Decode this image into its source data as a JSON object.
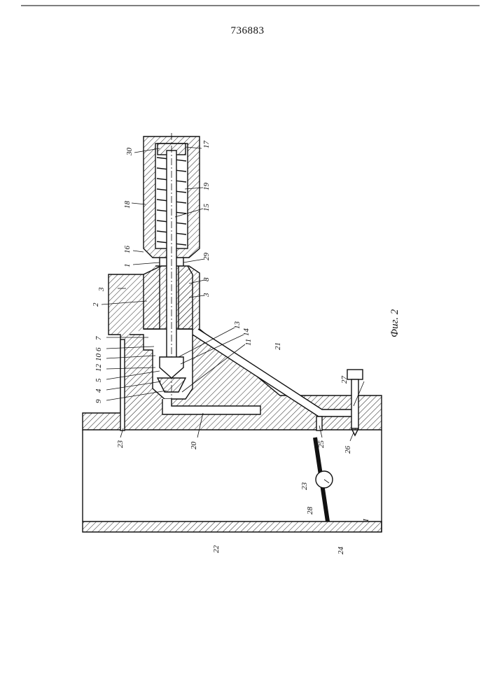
{
  "header": {
    "document_number": "736883"
  },
  "figure": {
    "caption": "Фиг. 2",
    "callouts": [
      "30",
      "17",
      "18",
      "19",
      "15",
      "16",
      "1",
      "29",
      "3",
      "8",
      "2",
      "3",
      "7",
      "13",
      "14",
      "6",
      "10",
      "11",
      "12",
      "21",
      "5",
      "4",
      "9",
      "27",
      "23",
      "20",
      "25",
      "26",
      "23",
      "28",
      "22",
      "24"
    ],
    "section_mark": "I"
  }
}
